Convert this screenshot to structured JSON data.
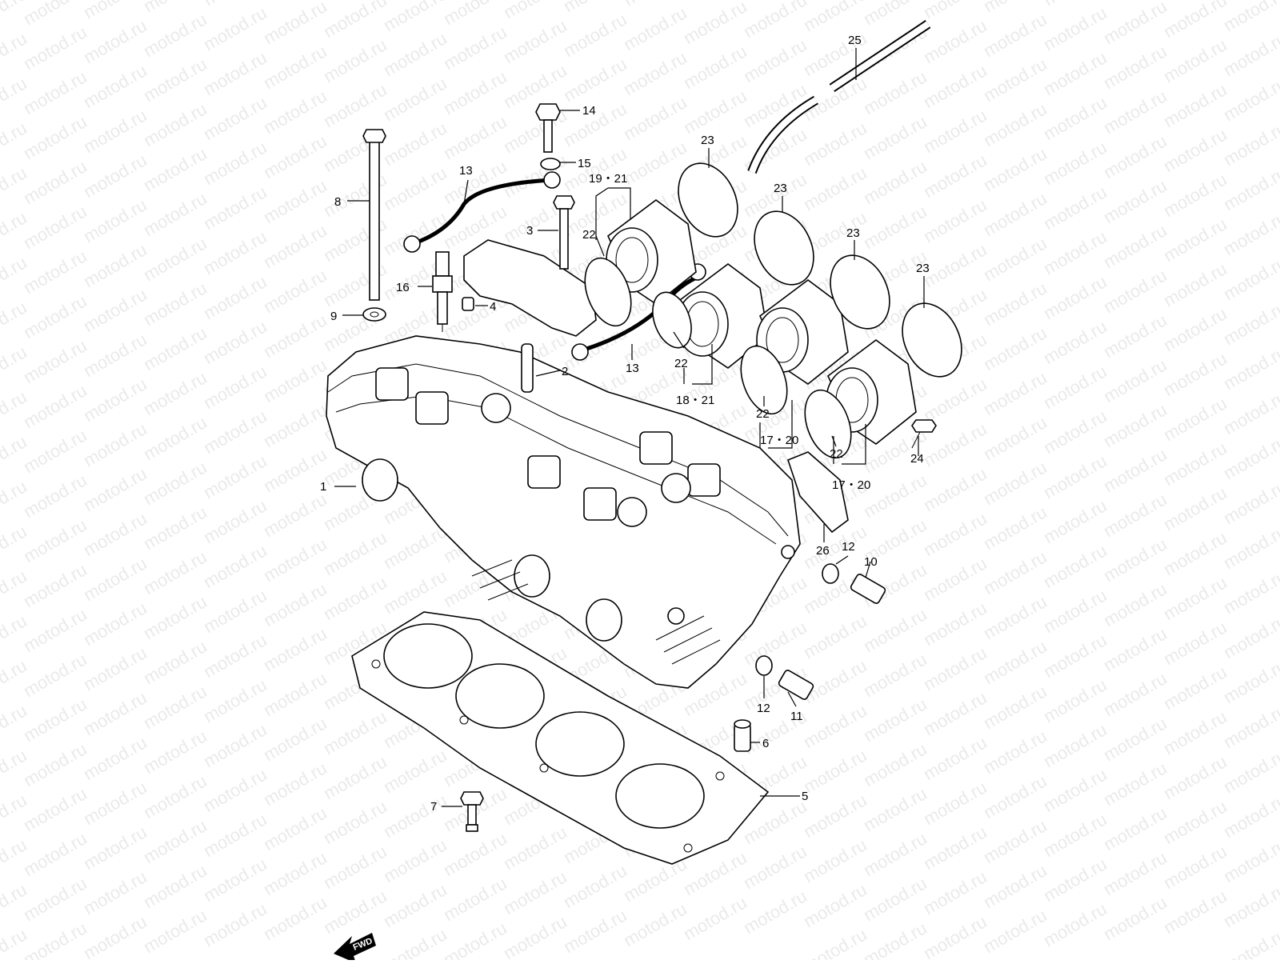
{
  "watermark": "motod.ru",
  "fwd_label": "FWD",
  "callouts": {
    "c1": "1",
    "c2": "2",
    "c3": "3",
    "c4": "4",
    "c5": "5",
    "c6": "6",
    "c7": "7",
    "c8": "8",
    "c9": "9",
    "c10": "10",
    "c11": "11",
    "c12a": "12",
    "c12b": "12",
    "c13a": "13",
    "c13b": "13",
    "c14": "14",
    "c15": "15",
    "c16": "16",
    "c1720a": "17・20",
    "c1720b": "17・20",
    "c1821": "18・21",
    "c1921": "19・21",
    "c22a": "22",
    "c22b": "22",
    "c22c": "22",
    "c22d": "22",
    "c23a": "23",
    "c23b": "23",
    "c23c": "23",
    "c23d": "23",
    "c24": "24",
    "c25": "25",
    "c26": "26"
  }
}
